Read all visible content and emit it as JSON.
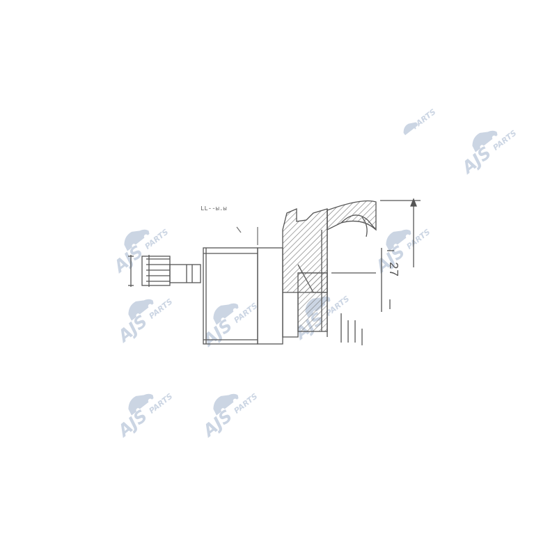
{
  "diagram": {
    "subject": "CV joint technical drawing",
    "dimension_label": "27",
    "header_label": "LL--ы.ы",
    "stroke_color": "#555555",
    "hatch_color": "#666666"
  },
  "watermark": {
    "brand": "AJS",
    "suffix": "PARTS",
    "color": "#c9d3e2",
    "icon": "car-silhouette-icon"
  }
}
